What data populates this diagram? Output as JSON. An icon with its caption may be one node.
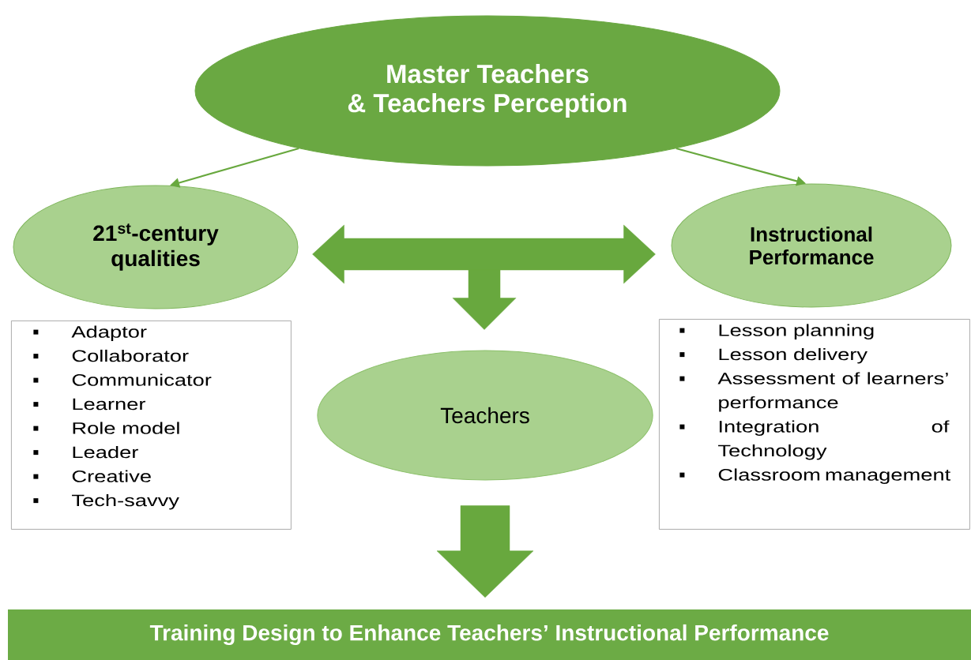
{
  "diagram": {
    "nodes": [
      {
        "text": [
          "Master Teachers & Teachers Perception"
        ]
      },
      {
        "text": [
          "21$^{st}$-century qualities"
        ]
      },
      {
        "text": [
          "Instructional Performance"
        ]
      },
      {
        "text": [
          "Adaptor",
          "Collaborator",
          "Communicator",
          "Learner",
          "Role model",
          "Leader",
          "Creative",
          "Tech-savvy"
        ]
      },
      {
        "text": [
          "Teachers"
        ]
      },
      {
        "text": [
          "Lesson planning",
          "Lesson delivery",
          "Assessment of learners’ performance",
          "Integration of Technology",
          "Classroom management"
        ]
      },
      {
        "text": [
          "Training Design to Enhance Teachers’ Instructional Performance"
        ]
      }
    ],
    "edges": [
      {
        "from": 0,
        "to": 1,
        "arrow": "to"
      },
      {
        "from": 0,
        "to": 2,
        "arrow": "to"
      },
      {
        "from": 1,
        "to": 2,
        "arrow": "both",
        "style": "thick"
      },
      {
        "from": null,
        "to": 4,
        "arrow": "to",
        "style": "thick"
      },
      {
        "from": 4,
        "to": 6,
        "arrow": "to",
        "style": "thick"
      }
    ]
  }
}
